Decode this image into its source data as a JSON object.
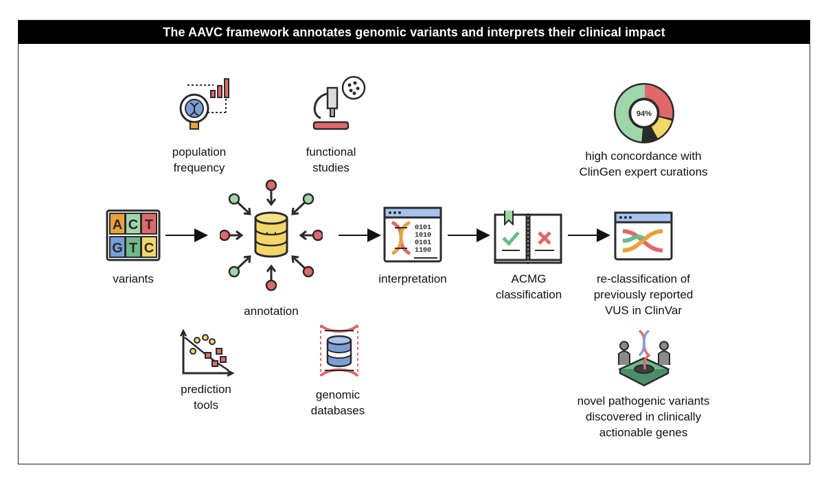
{
  "title": "The AAVC framework annotates genomic variants and interprets their clinical impact",
  "nodes": {
    "variants": {
      "label": "variants",
      "glyphs": [
        "A",
        "C",
        "T",
        "G",
        "T",
        "C"
      ]
    },
    "annotation": {
      "label": "annotation"
    },
    "population_frequency": {
      "label_line1": "population",
      "label_line2": "frequency"
    },
    "functional_studies": {
      "label_line1": "functional",
      "label_line2": "studies"
    },
    "prediction_tools": {
      "label_line1": "prediction",
      "label_line2": "tools"
    },
    "genomic_databases": {
      "label_line1": "genomic",
      "label_line2": "databases"
    },
    "interpretation": {
      "label": "interpretation"
    },
    "acmg": {
      "label_line1": "ACMG",
      "label_line2": "classification"
    },
    "concordance": {
      "value": "94%",
      "label_line1": "high concordance with",
      "label_line2": "ClinGen expert curations"
    },
    "reclassification": {
      "label_line1": "re-classification of",
      "label_line2": "previously reported",
      "label_line3": "VUS in ClinVar"
    },
    "novel": {
      "label_line1": "novel pathogenic variants",
      "label_line2": "discovered in clinically",
      "label_line3": "actionable genes"
    }
  },
  "colors": {
    "red": "#e0686a",
    "orange": "#e8a23c",
    "yellow": "#f4d76a",
    "green": "#6db98a",
    "mint": "#9fd6a9",
    "blue": "#7a9fd8",
    "outline": "#2a2a2a"
  }
}
